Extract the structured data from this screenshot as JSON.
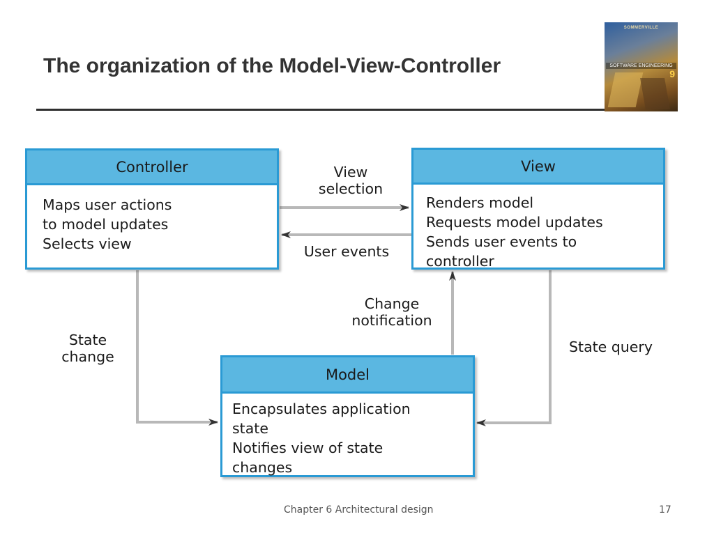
{
  "slide": {
    "title": "The organization of the Model-View-Controller",
    "footer_text": "Chapter 6 Architectural design",
    "page_number": "17"
  },
  "book_cover": {
    "author": "SOMMERVILLE",
    "title": "SOFTWARE ENGINEERING",
    "edition": "9"
  },
  "diagram": {
    "controller": {
      "title": "Controller",
      "lines": [
        "Maps user actions",
        "to model updates",
        "Selects view"
      ]
    },
    "view": {
      "title": "View",
      "lines": [
        "Renders model",
        "Requests model updates",
        "Sends user events to",
        "controller"
      ]
    },
    "model": {
      "title": "Model",
      "lines": [
        "Encapsulates application",
        "state",
        "Notifies view of state",
        "changes"
      ]
    },
    "labels": {
      "view_selection": [
        "View",
        "selection"
      ],
      "user_events": "User events",
      "change_notification": [
        "Change",
        "notification"
      ],
      "state_change": [
        "State",
        "change"
      ],
      "state_query": "State query"
    },
    "colors": {
      "box_header": "#5bb7e1",
      "box_border": "#2a9ad4",
      "connector": "#b8b8b8"
    }
  }
}
